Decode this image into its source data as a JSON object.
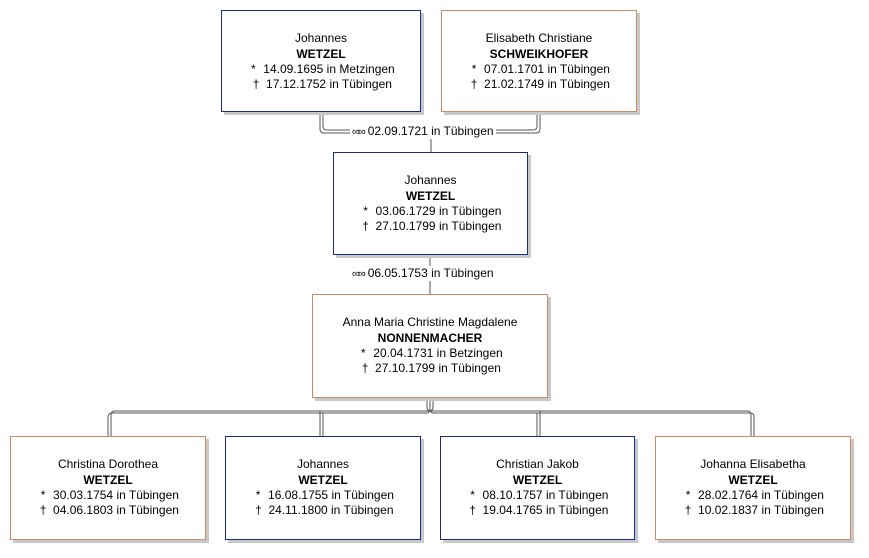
{
  "symbols": {
    "birth": "*",
    "death": "†",
    "marriage": "∞∞"
  },
  "persons": {
    "p1": {
      "given": "Johannes",
      "surname": "WETZEL",
      "birth": "14.09.1695 in Metzingen",
      "death": "17.12.1752 in Tübingen"
    },
    "p2": {
      "given": "Elisabeth Christiane",
      "surname": "SCHWEIKHOFER",
      "birth": "07.01.1701 in Tübingen",
      "death": "21.02.1749 in Tübingen"
    },
    "p3": {
      "given": "Johannes",
      "surname": "WETZEL",
      "birth": "03.06.1729 in Tübingen",
      "death": "27.10.1799 in Tübingen"
    },
    "p4": {
      "given": "Anna Maria Christine Magdalene",
      "surname": "NONNENMACHER",
      "birth": "20.04.1731 in Betzingen",
      "death": "27.10.1799 in Tübingen"
    },
    "c1": {
      "given": "Christina Dorothea",
      "surname": "WETZEL",
      "birth": "30.03.1754 in Tübingen",
      "death": "04.06.1803 in Tübingen"
    },
    "c2": {
      "given": "Johannes",
      "surname": "WETZEL",
      "birth": "16.08.1755 in Tübingen",
      "death": "24.11.1800 in Tübingen"
    },
    "c3": {
      "given": "Christian Jakob",
      "surname": "WETZEL",
      "birth": "08.10.1757 in Tübingen",
      "death": "19.04.1765 in Tübingen"
    },
    "c4": {
      "given": "Johanna Elisabetha",
      "surname": "WETZEL",
      "birth": "28.02.1764 in Tübingen",
      "death": "10.02.1837 in Tübingen"
    }
  },
  "marriages": {
    "m1": {
      "text": "02.09.1721 in Tübingen"
    },
    "m2": {
      "text": "06.05.1753 in Tübingen"
    }
  }
}
